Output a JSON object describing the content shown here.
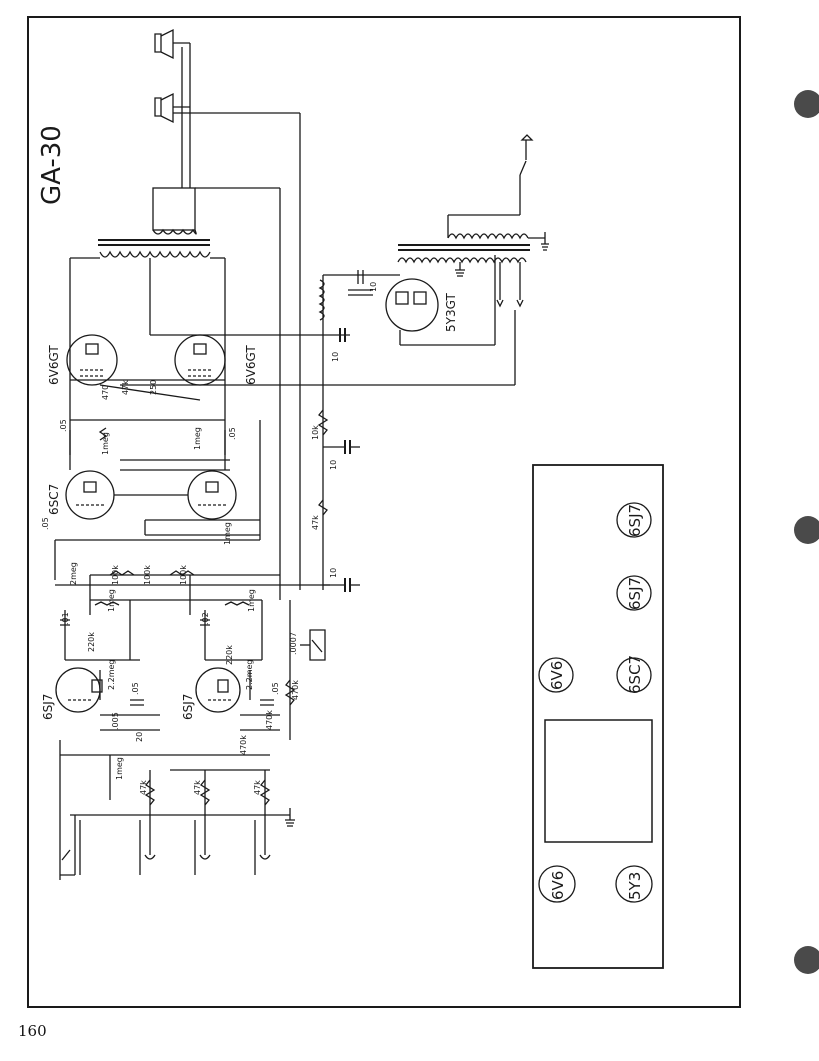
{
  "diagram": {
    "model": "GA-30",
    "page_number": "160",
    "tubes": {
      "power_left": "6V6GT",
      "power_right": "6V6GT",
      "phase_inverter": "6SC7",
      "rectifier": "5Y3GT",
      "preamp_left": "6SJ7",
      "preamp_right": "6SJ7"
    },
    "components": {
      "c_coupling_pi": ".05",
      "c_pi_out": ".05",
      "c_pi_in": ".05",
      "r_pi_grid_a": "1meg",
      "r_pi_grid_b": "1meg",
      "r_pi_plate": "100k",
      "r_pi_bias": "2meg",
      "r_pi_cath": "1meg",
      "r_mix_a": "100k",
      "r_mix_b": "100k",
      "r_cath_a": "470",
      "r_cath_b": "47k",
      "r_cath_c": "250",
      "c_filter_a": "10",
      "c_filter_b": "10",
      "c_filter_c": "10",
      "c_filter_d": "10",
      "r_drop_a": "10k",
      "r_drop_b": "47k",
      "c_pre_a": ".01",
      "c_pre_b": ".02",
      "r_pre_a": "2.2meg",
      "r_pre_b": "2.2meg",
      "r_pre_c": "220k",
      "r_pre_d": "220k",
      "c_pre_c": ".05",
      "c_pre_d": ".05",
      "c_pre_e": ".005",
      "c_pre_f": "20",
      "r_pre_e": "470k",
      "r_pre_f": "470k",
      "r_in_a": "1meg",
      "r_in_b": "47k",
      "r_in_c": "47k",
      "r_in_d": "47k",
      "c_switch": ".0007",
      "r_switch": "470k",
      "r_pot_a": "1meg",
      "r_pot_b": "1meg"
    },
    "layout_sockets": [
      "6V6",
      "6SC7",
      "6SJ7",
      "6SJ7",
      "6V6",
      "5Y3"
    ]
  },
  "colors": {
    "ink": "#1a1a1a",
    "paper": "#ffffff",
    "hole": "#4a4a4a"
  }
}
